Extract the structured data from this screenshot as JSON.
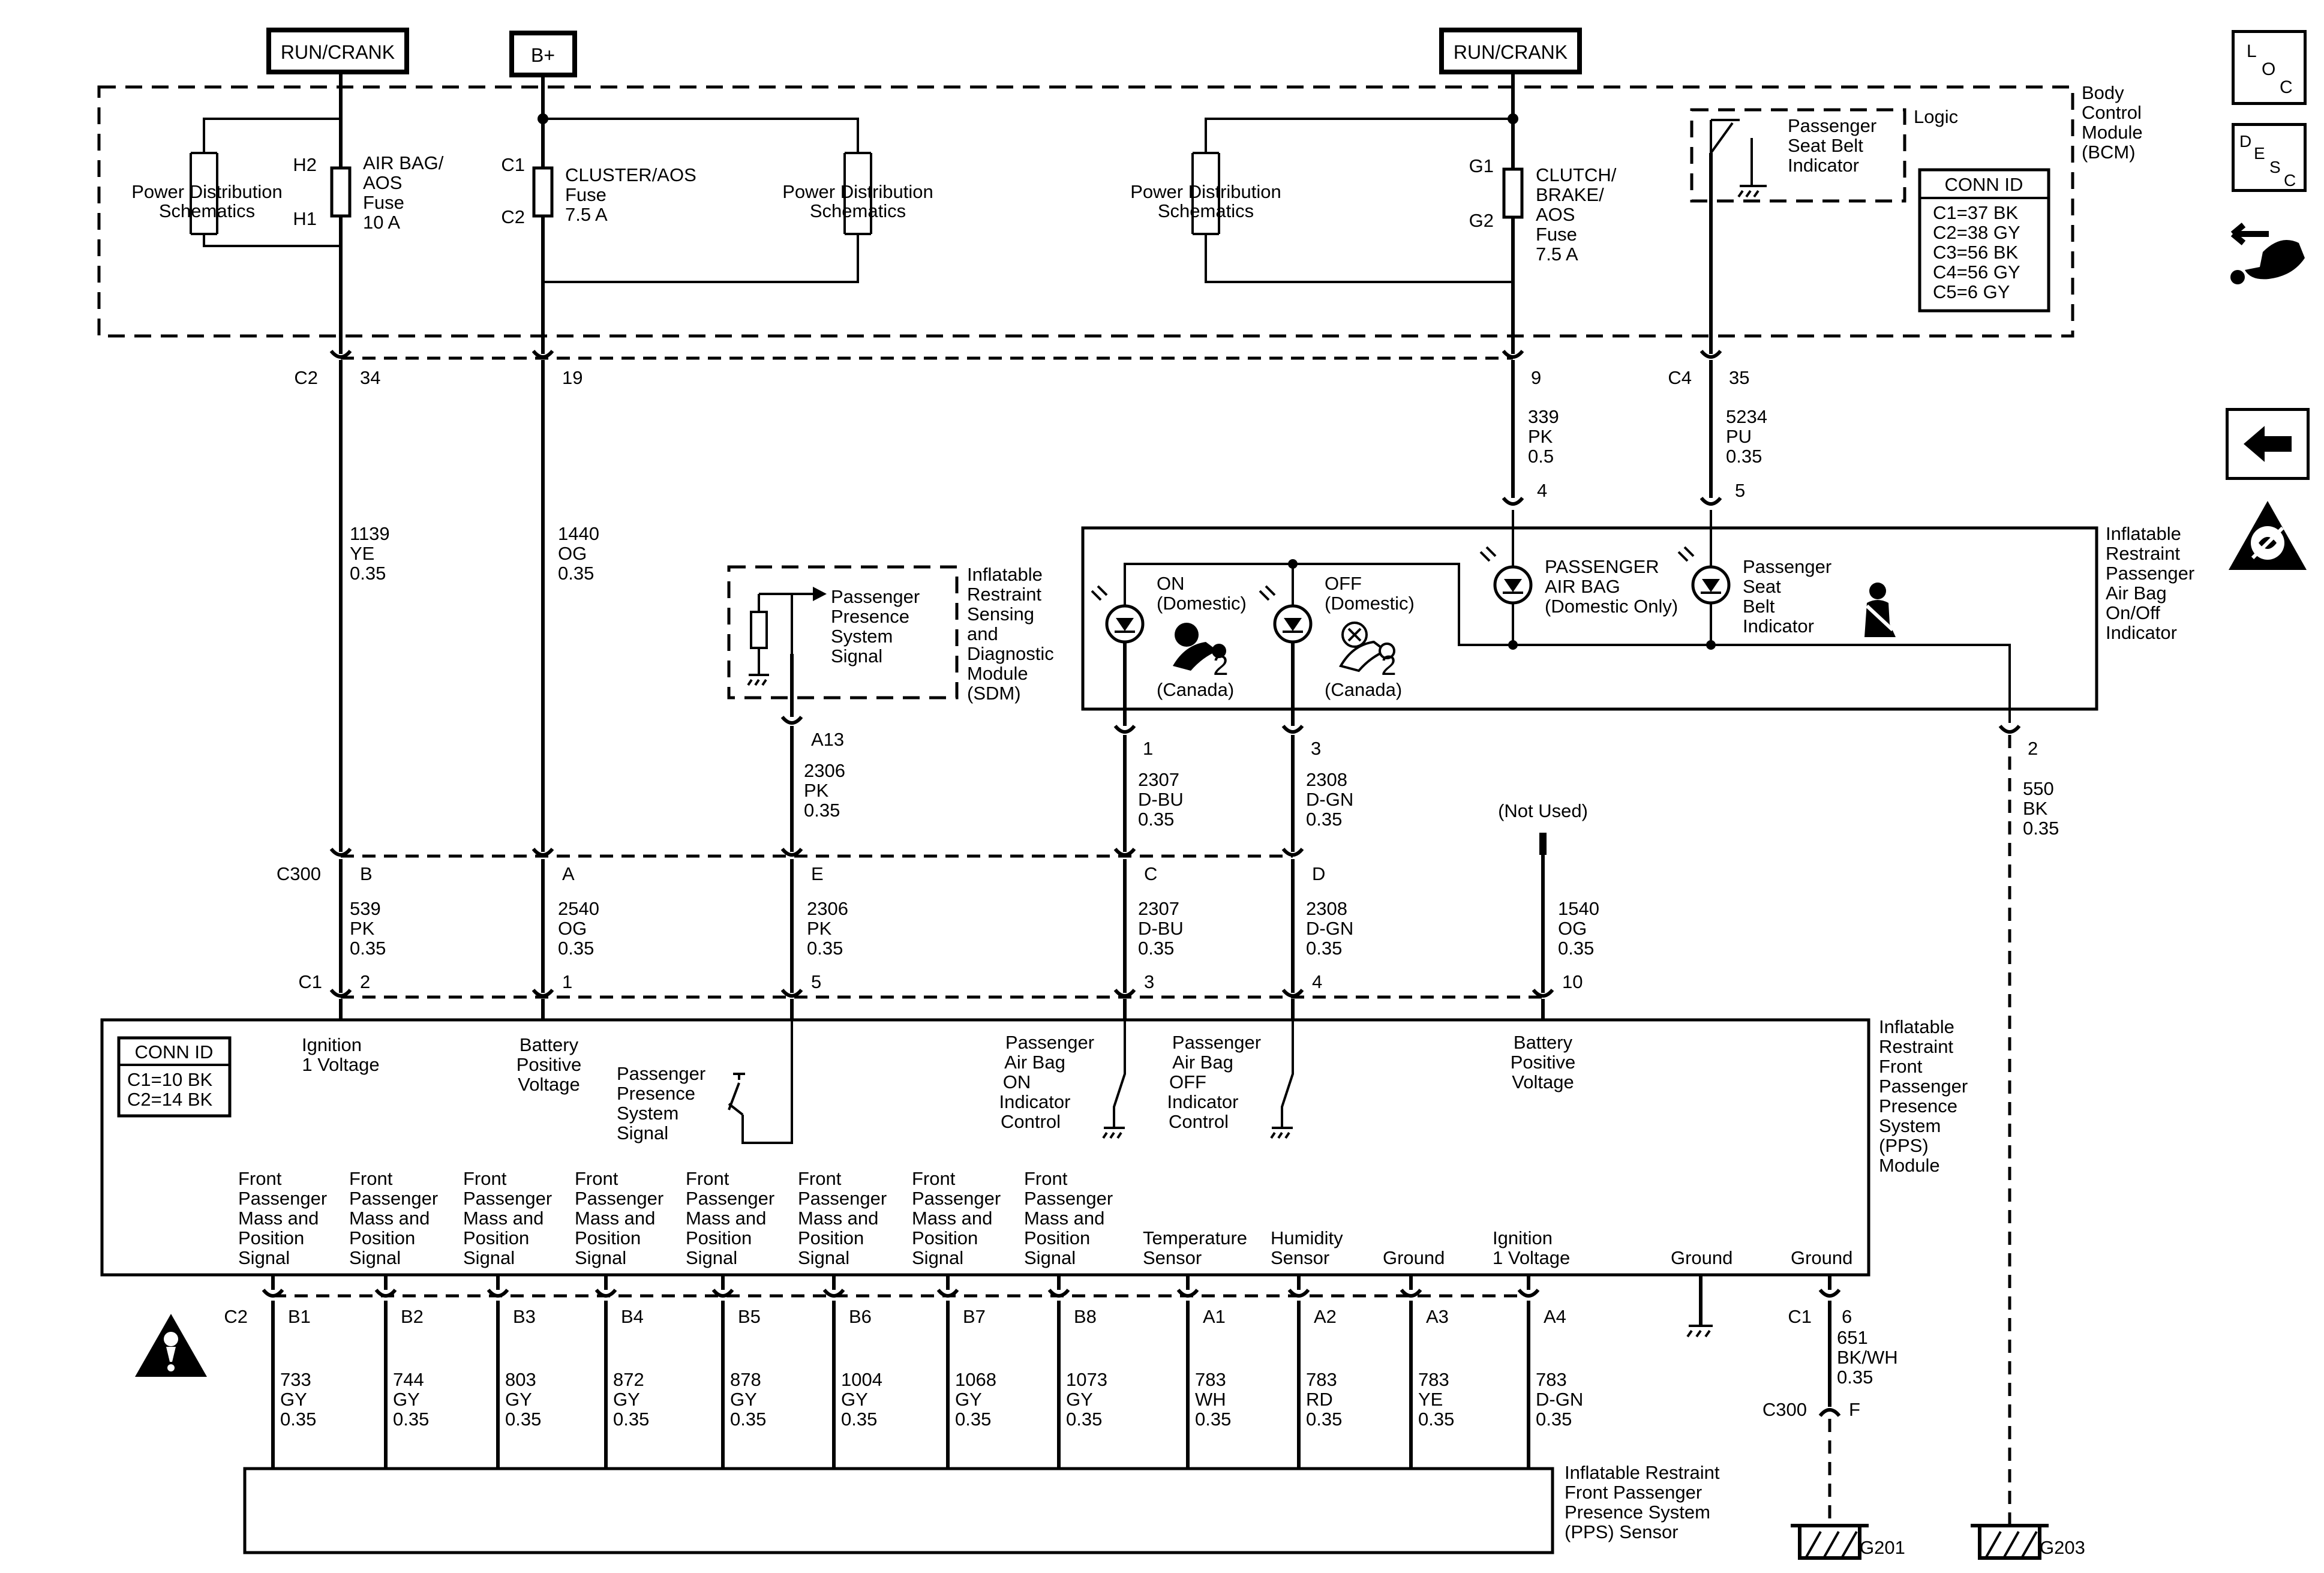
{
  "power_labels": {
    "run_crank_left": "RUN/CRANK",
    "b_plus": "B+",
    "run_crank_right": "RUN/CRANK"
  },
  "bcm": {
    "name": [
      "Body",
      "Control",
      "Module",
      "(BCM)"
    ],
    "power_dist": [
      "Power Distribution",
      "Schematics"
    ],
    "fuse_airbag": {
      "pins": [
        "H2",
        "H1"
      ],
      "label": [
        "AIR BAG/",
        "AOS",
        "Fuse",
        "10 A"
      ]
    },
    "fuse_cluster": {
      "pins": [
        "C1",
        "C2"
      ],
      "label": [
        "CLUSTER/AOS",
        "Fuse",
        "7.5 A"
      ]
    },
    "fuse_clutch": {
      "pins": [
        "G1",
        "G2"
      ],
      "label": [
        "CLUTCH/",
        "BRAKE/",
        "AOS",
        "Fuse",
        "7.5 A"
      ]
    },
    "logic_label": "Logic",
    "seatbelt_indicator": [
      "Passenger",
      "Seat Belt",
      "Indicator"
    ],
    "conn_id": {
      "title": "CONN ID",
      "rows": [
        "C1=37 BK",
        "C2=38 GY",
        "C3=56 BK",
        "C4=56 GY",
        "C5=6 GY"
      ]
    },
    "connectors": {
      "c2": "C2",
      "c2_pin_a": "34",
      "c2_pin_b": "19",
      "c2_pin_c": "9",
      "c4": "C4",
      "c4_pin": "35"
    }
  },
  "wires_top": [
    [
      "1139",
      "YE",
      "0.35"
    ],
    [
      "1440",
      "OG",
      "0.35"
    ],
    [
      "339",
      "PK",
      "0.5"
    ],
    [
      "5234",
      "PU",
      "0.35"
    ]
  ],
  "sdm": {
    "name": [
      "Inflatable",
      "Restraint",
      "Sensing",
      "and",
      "Diagnostic",
      "Module",
      "(SDM)"
    ],
    "signal": [
      "Passenger",
      "Presence",
      "System",
      "Signal"
    ],
    "pin": "A13",
    "wire": [
      "2306",
      "PK",
      "0.35"
    ]
  },
  "indicator": {
    "name": [
      "Inflatable",
      "Restraint",
      "Passenger",
      "Air Bag",
      "On/Off",
      "Indicator"
    ],
    "on": [
      "ON",
      "(Domestic)",
      "(Canada)"
    ],
    "off": [
      "OFF",
      "(Domestic)",
      "(Canada)"
    ],
    "airbag_led": [
      "PASSENGER",
      "AIR BAG",
      "(Domestic Only)"
    ],
    "seatbelt_led": [
      "Passenger",
      "Seat",
      "Belt",
      "Indicator"
    ],
    "pins_top": [
      "4",
      "5"
    ],
    "pins_bottom": [
      "1",
      "3",
      "2"
    ],
    "icon_num": "2"
  },
  "wires_mid": [
    [
      "2307",
      "D-BU",
      "0.35"
    ],
    [
      "2308",
      "D-GN",
      "0.35"
    ],
    [
      "550",
      "BK",
      "0.35"
    ]
  ],
  "c300": {
    "label": "C300",
    "pins": [
      "B",
      "A",
      "E",
      "C",
      "D"
    ],
    "not_used": "(Not Used)",
    "wires": [
      [
        "539",
        "PK",
        "0.35"
      ],
      [
        "2540",
        "OG",
        "0.35"
      ],
      [
        "2306",
        "PK",
        "0.35"
      ],
      [
        "2307",
        "D-BU",
        "0.35"
      ],
      [
        "2308",
        "D-GN",
        "0.35"
      ],
      [
        "1540",
        "OG",
        "0.35"
      ]
    ]
  },
  "pps_module": {
    "connector": "C1",
    "pins": [
      "2",
      "1",
      "5",
      "3",
      "4",
      "10"
    ],
    "name": [
      "Inflatable",
      "Restraint",
      "Front",
      "Passenger",
      "Presence",
      "System",
      "(PPS)",
      "Module"
    ],
    "conn_id": {
      "title": "CONN ID",
      "rows": [
        "C1=10 BK",
        "C2=14 BK"
      ]
    },
    "ignition": [
      "Ignition",
      "1 Voltage"
    ],
    "battery": [
      "Battery",
      "Positive",
      "Voltage"
    ],
    "pps_signal": [
      "Passenger",
      "Presence",
      "System",
      "Signal"
    ],
    "on_ctrl": [
      "Passenger",
      "Air Bag",
      "ON",
      "Indicator",
      "Control"
    ],
    "off_ctrl": [
      "Passenger",
      "Air Bag",
      "OFF",
      "Indicator",
      "Control"
    ],
    "battery2": [
      "Battery",
      "Positive",
      "Voltage"
    ],
    "bottom_labels": [
      [
        "Front",
        "Passenger",
        "Mass and",
        "Position",
        "Signal"
      ],
      [
        "Temperature",
        "Sensor"
      ],
      [
        "Humidity",
        "Sensor"
      ],
      [
        "Ground"
      ],
      [
        "Ignition",
        "1 Voltage"
      ],
      [
        "Ground"
      ],
      [
        "Ground"
      ]
    ]
  },
  "c2_bottom": {
    "label": "C2",
    "pins": [
      "B1",
      "B2",
      "B3",
      "B4",
      "B5",
      "B6",
      "B7",
      "B8",
      "A1",
      "A2",
      "A3",
      "A4"
    ],
    "wires": [
      [
        "733",
        "GY",
        "0.35"
      ],
      [
        "744",
        "GY",
        "0.35"
      ],
      [
        "803",
        "GY",
        "0.35"
      ],
      [
        "872",
        "GY",
        "0.35"
      ],
      [
        "878",
        "GY",
        "0.35"
      ],
      [
        "1004",
        "GY",
        "0.35"
      ],
      [
        "1068",
        "GY",
        "0.35"
      ],
      [
        "1073",
        "GY",
        "0.35"
      ],
      [
        "783",
        "WH",
        "0.35"
      ],
      [
        "783",
        "RD",
        "0.35"
      ],
      [
        "783",
        "YE",
        "0.35"
      ],
      [
        "783",
        "D-GN",
        "0.35"
      ]
    ]
  },
  "ground": {
    "c1": "C1",
    "pin": "6",
    "wire": [
      "651",
      "BK/WH",
      "0.35"
    ],
    "c300": "C300",
    "c300_pin": "F",
    "g201": "G201",
    "g203": "G203"
  },
  "sensor": {
    "name": [
      "Inflatable Restraint",
      "Front Passenger",
      "Presence System",
      "(PPS) Sensor"
    ]
  },
  "side": {
    "loc": [
      "L",
      "O",
      "C"
    ],
    "desc": [
      "D",
      "E",
      "S",
      "C"
    ],
    "icons": [
      "hand-icon",
      "back-arrow-icon",
      "esd-warning-icon",
      "caution-icon"
    ]
  }
}
